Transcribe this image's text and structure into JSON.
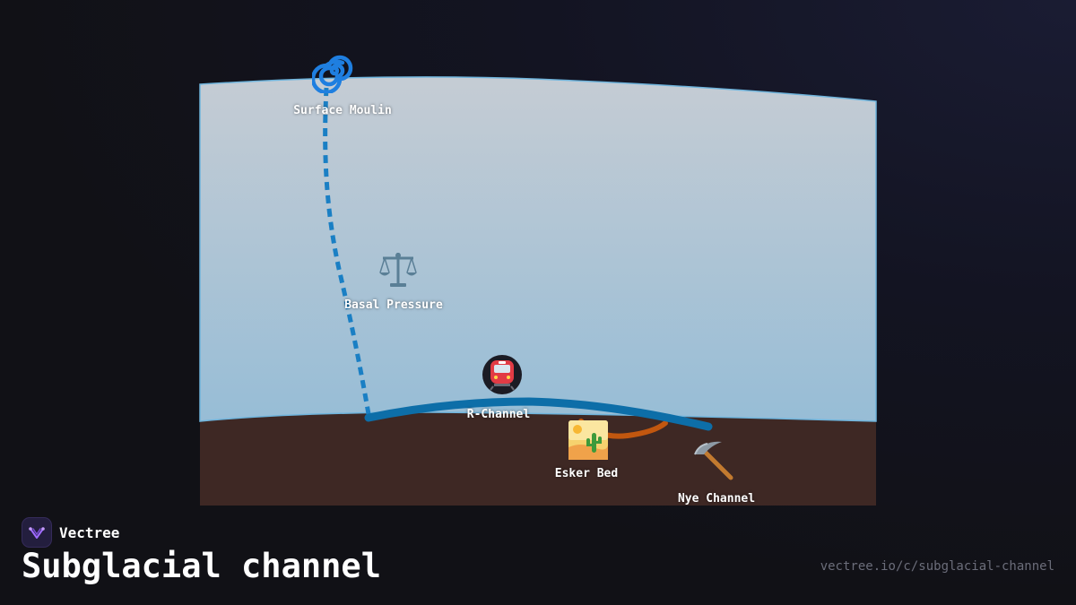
{
  "diagram": {
    "nodes": [
      {
        "id": "surface-moulin",
        "label": "Surface Moulin",
        "icon": "cyclone-icon",
        "glyph": "🌀"
      },
      {
        "id": "basal-pressure",
        "label": "Basal Pressure",
        "icon": "balance-scale-icon",
        "glyph": "⚖"
      },
      {
        "id": "r-channel",
        "label": "R-Channel",
        "icon": "metro-train-icon",
        "glyph": "🚇"
      },
      {
        "id": "esker-bed",
        "label": "Esker Bed",
        "icon": "desert-icon",
        "glyph": "🏜"
      },
      {
        "id": "nye-channel",
        "label": "Nye Channel",
        "icon": "pick-icon",
        "glyph": "⛏"
      }
    ],
    "colors": {
      "ice_top": "#c5ccd4",
      "ice_bottom": "#97bdd6",
      "ice_edge": "#6fb4dc",
      "bed": "#3e2824",
      "meltwater": "#0d6ea8",
      "esker": "#c2570f",
      "moulin_path": "#1a7fc4"
    }
  },
  "footer": {
    "brand": "Vectree",
    "title": "Subglacial channel",
    "url": "vectree.io/c/subglacial-channel"
  }
}
